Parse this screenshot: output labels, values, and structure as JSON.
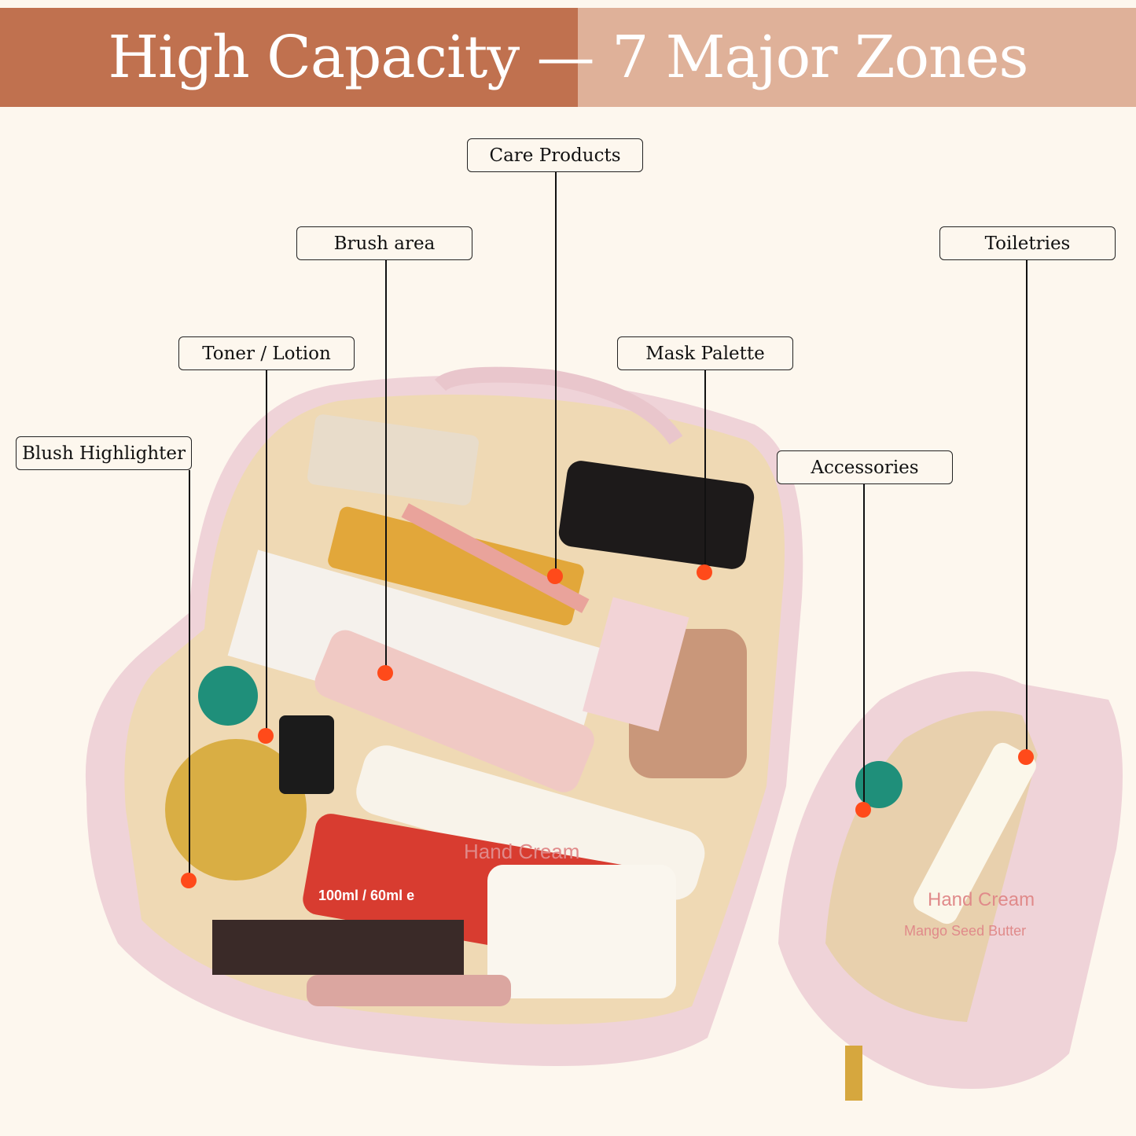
{
  "header": {
    "title": "High Capacity — 7 Major Zones",
    "left_color": "#c0714f",
    "right_color": "#dfb199"
  },
  "marker_color": "#ff4a1a",
  "zones": [
    {
      "label": "Care Products"
    },
    {
      "label": "Brush area"
    },
    {
      "label": "Toner / Lotion"
    },
    {
      "label": "Mask Palette"
    },
    {
      "label": "Blush Highlighter"
    },
    {
      "label": "Accessories"
    },
    {
      "label": "Toiletries"
    }
  ],
  "product_text": {
    "bag_cream": "Hand Cream",
    "pouch_cream": "Hand Cream",
    "pouch_cream_sub": "Mango Seed Butter",
    "bottle": "100ml / 60ml e"
  }
}
